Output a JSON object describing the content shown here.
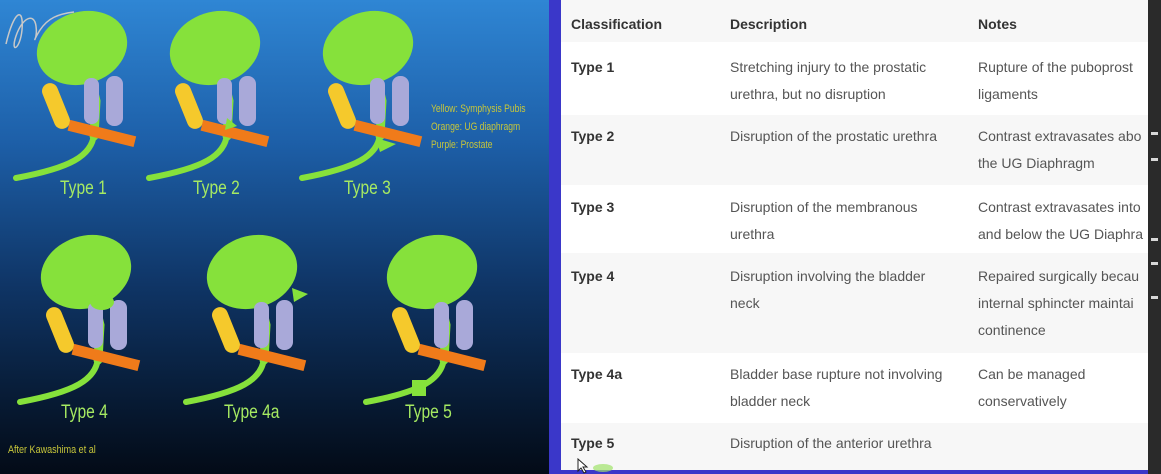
{
  "slide": {
    "types": [
      "Type 1",
      "Type 2",
      "Type 3",
      "Type 4",
      "Type 4a",
      "Type 5"
    ],
    "legend": [
      "Yellow: Symphysis Pubis",
      "Orange: UG diaphragm",
      "Purple: Prostate"
    ],
    "credit": "After Kawashima et al",
    "colors": {
      "bladder": "#86e13b",
      "pubis": "#f5c92c",
      "diaphragm": "#f07b1a",
      "prostate": "#a9a9d9"
    }
  },
  "table": {
    "headers": [
      "Classification",
      "Description",
      "Notes"
    ],
    "rows": [
      {
        "classification": "Type 1",
        "description": [
          "Stretching injury to the prostatic",
          "urethra, but no disruption"
        ],
        "notes": [
          "Rupture of the puboprost",
          "ligaments"
        ]
      },
      {
        "classification": "Type 2",
        "description": [
          "Disruption of the prostatic urethra"
        ],
        "notes": [
          "Contrast extravasates abo",
          "the UG Diaphragm"
        ]
      },
      {
        "classification": "Type 3",
        "description": [
          "Disruption of the membranous",
          "urethra"
        ],
        "notes": [
          "Contrast extravasates into",
          "and below the UG Diaphra"
        ]
      },
      {
        "classification": "Type 4",
        "description": [
          "Disruption involving the bladder",
          "neck"
        ],
        "notes": [
          "Repaired surgically becau",
          "internal sphincter maintai",
          "continence"
        ]
      },
      {
        "classification": "Type 4a",
        "description": [
          "Bladder base rupture not involving",
          "bladder neck"
        ],
        "notes": [
          "Can be managed",
          "conservatively"
        ]
      },
      {
        "classification": "Type 5",
        "description": [
          "Disruption of the anterior urethra"
        ],
        "notes": []
      }
    ]
  }
}
